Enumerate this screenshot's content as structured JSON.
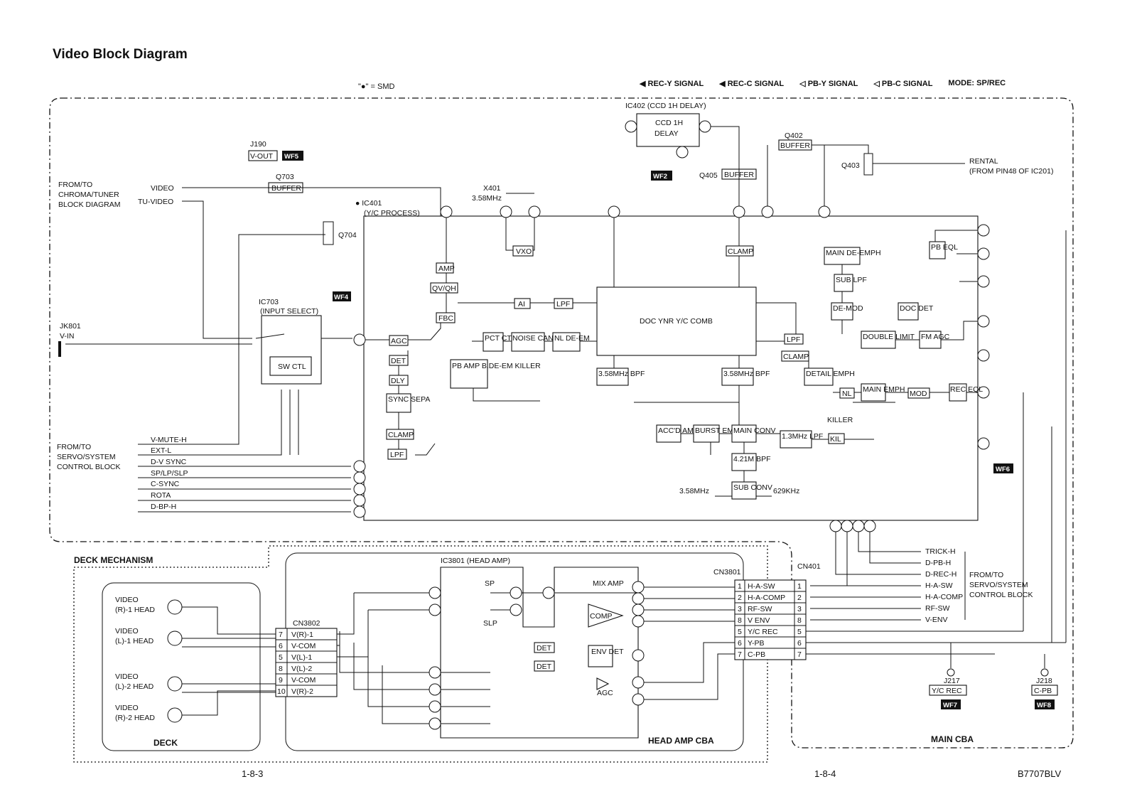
{
  "title": "Video Block Diagram",
  "smd_note": "\"●\" = SMD",
  "legend": [
    {
      "label": "REC-Y SIGNAL",
      "icon": "filled-arrow-icon"
    },
    {
      "label": "REC-C SIGNAL",
      "icon": "half-filled-arrow-icon"
    },
    {
      "label": "PB-Y SIGNAL",
      "icon": "outline-arrow-icon"
    },
    {
      "label": "PB-C SIGNAL",
      "icon": "half-outline-arrow-icon"
    },
    {
      "label": "MODE: SP/REC",
      "icon": ""
    }
  ],
  "sections": {
    "main_cba": "MAIN CBA",
    "deck_mechanism": "DECK MECHANISM",
    "deck": "DECK",
    "head_amp_cba": "HEAD AMP CBA"
  },
  "ics": {
    "ic402": "IC402 (CCD 1H DELAY)",
    "ic402_block": [
      "CCD 1H",
      "DELAY"
    ],
    "ic401": "● IC401",
    "ic401_sub": "(Y/C PROCESS)",
    "ic703": "IC703",
    "ic703_sub": "(INPUT SELECT)",
    "ic3801": "IC3801  (HEAD AMP)",
    "doc_block": "DOC YNR Y/C COMB",
    "sw_ctl": "SW CTL"
  },
  "components": {
    "j190": "J190",
    "v_out": "V-OUT",
    "q703": "Q703",
    "buffer": "BUFFER",
    "q704": "Q704",
    "x401": "X401",
    "x401_freq": "3.58MHz",
    "vxo": "VXO",
    "q402": "Q402",
    "q405": "Q405",
    "q403": "Q403",
    "rental": "RENTAL",
    "rental_sub": "(FROM PIN48 OF IC201)",
    "jk801": "JK801",
    "v_in": "V-IN",
    "j217": "J217",
    "yc_rec": "Y/C REC",
    "j218": "J218",
    "c_pb": "C-PB",
    "cn401": "CN401",
    "cn3801": "CN3801",
    "cn3802": "CN3802",
    "f358": "3.58MHz",
    "f629": "629KHz",
    "killer": "KILLER"
  },
  "wf_tags": [
    "WF5",
    "WF2",
    "WF4",
    "WF6",
    "WF7",
    "WF8"
  ],
  "inner_blocks": [
    "AMP",
    "QV/QH",
    "FBC",
    "AGC",
    "DET",
    "DLY",
    "SYNC SEPA",
    "CLAMP",
    "LPF",
    "AI",
    "LPF",
    "PCT CTL",
    "NOISE CANCEL",
    "NL DE-EM",
    "PB AMP B.DE-EM KILLER",
    "3.58MHz BPF",
    "3.58MHz BPF",
    "ACC'D AMP",
    "BURST EMPH",
    "MAIN CONV",
    "4.21M BPF",
    "SUB CONV",
    "1.3MHz LPF",
    "KIL",
    "CLAMP",
    "LPF",
    "CLAMP",
    "DETAIL EMPH",
    "NL",
    "MAIN EMPH",
    "MOD",
    "REC EQL",
    "MAIN DE-EMPH",
    "SUB LPF",
    "DE-MOD",
    "DOUBLE LIMIT",
    "FM AGC",
    "DOC DET",
    "PB EQL"
  ],
  "left_groups": {
    "chroma_tuner": [
      "FROM/TO",
      "CHROMA/TUNER",
      "BLOCK DIAGRAM"
    ],
    "chroma_signals": [
      "VIDEO",
      "TU-VIDEO"
    ],
    "servo_left": [
      "FROM/TO",
      "SERVO/SYSTEM",
      "CONTROL BLOCK"
    ],
    "servo_signals": [
      "V-MUTE-H",
      "EXT-L",
      "D-V SYNC",
      "SP/LP/SLP",
      "C-SYNC",
      "ROTA",
      "D-BP-H"
    ]
  },
  "right_group": {
    "label": [
      "FROM/TO",
      "SERVO/SYSTEM",
      "CONTROL BLOCK"
    ],
    "signals": [
      "TRICK-H",
      "D-PB-H",
      "D-REC-H",
      "H-A-SW",
      "H-A-COMP",
      "RF-SW",
      "V-ENV"
    ]
  },
  "cn3801_rows": [
    {
      "pin": "1",
      "name": "H-A-SW",
      "cn401": "1"
    },
    {
      "pin": "2",
      "name": "H-A-COMP",
      "cn401": "2"
    },
    {
      "pin": "3",
      "name": "RF-SW",
      "cn401": "3"
    },
    {
      "pin": "8",
      "name": "V ENV",
      "cn401": "8"
    },
    {
      "pin": "5",
      "name": "Y/C REC",
      "cn401": "5"
    },
    {
      "pin": "6",
      "name": "Y-PB",
      "cn401": "6"
    },
    {
      "pin": "7",
      "name": "C-PB",
      "cn401": "7"
    }
  ],
  "cn3802_rows": [
    {
      "pin": "7",
      "name": "V(R)-1"
    },
    {
      "pin": "6",
      "name": "V-COM"
    },
    {
      "pin": "5",
      "name": "V(L)-1"
    },
    {
      "pin": "8",
      "name": "V(L)-2"
    },
    {
      "pin": "9",
      "name": "V-COM"
    },
    {
      "pin": "10",
      "name": "V(R)-2"
    }
  ],
  "heads": [
    {
      "line1": "VIDEO",
      "line2": "(R)-1 HEAD"
    },
    {
      "line1": "VIDEO",
      "line2": "(L)-1 HEAD"
    },
    {
      "line1": "VIDEO",
      "line2": "(L)-2 HEAD"
    },
    {
      "line1": "VIDEO",
      "line2": "(R)-2 HEAD"
    }
  ],
  "head_amp_blocks": [
    "SP",
    "SLP",
    "MIX AMP",
    "COMP",
    "DET",
    "DET",
    "ENV DET",
    "AGC"
  ],
  "footer": {
    "left_page": "1-8-3",
    "right_page": "1-8-4",
    "code": "B7707BLV"
  }
}
